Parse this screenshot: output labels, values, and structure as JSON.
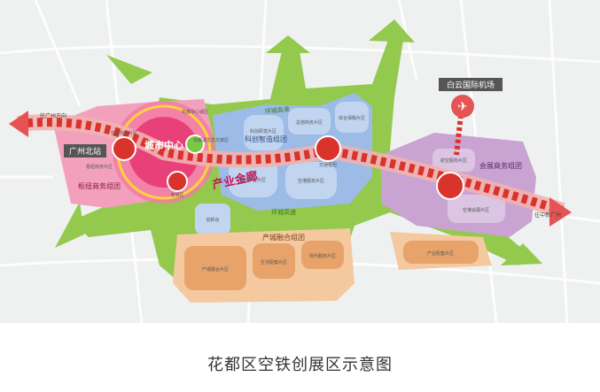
{
  "map": {
    "station_label": "广州北站",
    "airport_label": "白云国际机场",
    "city_center": "城市中心",
    "corridor": "产业金廊",
    "ring_road": "环城高速",
    "clusters": {
      "shuniu": "枢纽商务组团",
      "keji": "科创智造组团",
      "huizhan": "会展商务组团",
      "chancheng": "产城融合组团"
    },
    "arrows": {
      "west": "往广州方向",
      "east": "往中新广州"
    },
    "small": {
      "shuniu_sub": "枢纽商务片区",
      "culture_area": "花都湖生态文旅区",
      "old_town": "老城区",
      "west_hub": "空铁商务片区",
      "center_north": "花都中心城区",
      "keji_1": "科创研发片区",
      "keji_2": "智造产业片区",
      "keji_3": "空港服务片区",
      "keji_4": "综合保税片区",
      "keji_5": "总部商务片区",
      "chuangxin": "创新谷",
      "jiaotong": "交通枢纽",
      "huizhan_1": "航空服务片区",
      "huizhan_2": "空港会展片区",
      "chan_1": "产城融合片区",
      "chan_2": "生活配套片区",
      "chan_3": "现代服务片区",
      "chan_4": "产业配套片区"
    }
  },
  "caption": "花都区空铁创展区示意图",
  "colors": {
    "green": "#8cc63f",
    "pink": "#e8417a",
    "blue": "#7fa7dc",
    "purple": "#b58bc4",
    "orange": "#e8a36a",
    "red": "#d9332b"
  }
}
